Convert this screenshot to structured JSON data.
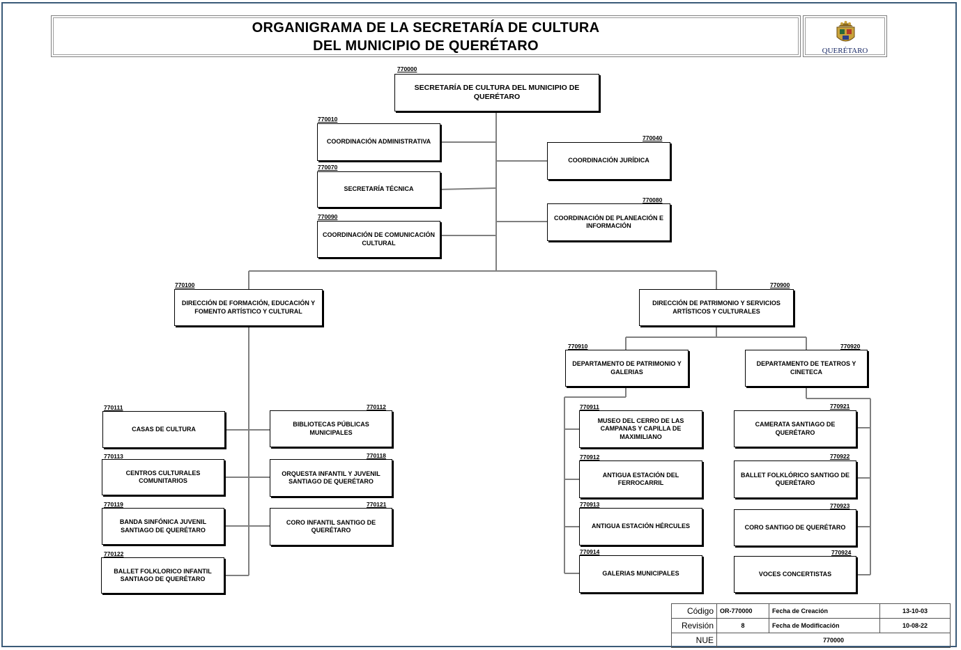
{
  "header": {
    "title_line1": "ORGANIGRAMA DE LA SECRETARÍA DE CULTURA",
    "title_line2": "DEL MUNICIPIO DE QUERÉTARO",
    "logo_text": "QUERÉTARO"
  },
  "colors": {
    "connector": "#7f7f7f",
    "frame": "#3a5a78"
  },
  "nodes": {
    "n770000": {
      "code": "770000",
      "label": "SECRETARÍA DE CULTURA DEL MUNICIPIO DE QUERÉTARO"
    },
    "n770010": {
      "code": "770010",
      "label": "COORDINACIÓN ADMINISTRATIVA"
    },
    "n770070": {
      "code": "770070",
      "label": "SECRETARÍA TÉCNICA"
    },
    "n770090": {
      "code": "770090",
      "label": "COORDINACIÓN DE COMUNICACIÓN CULTURAL"
    },
    "n770040": {
      "code": "770040",
      "label": "COORDINACIÓN JURÍDICA"
    },
    "n770080": {
      "code": "770080",
      "label": "COORDINACIÓN DE PLANEACIÓN E INFORMACIÓN"
    },
    "n770100": {
      "code": "770100",
      "label": "DIRECCIÓN DE FORMACIÓN, EDUCACIÓN Y FOMENTO ARTÍSTICO Y CULTURAL"
    },
    "n770900": {
      "code": "770900",
      "label": "DIRECCIÓN DE PATRIMONIO Y SERVICIOS ARTÍSTICOS Y CULTURALES"
    },
    "n770910": {
      "code": "770910",
      "label": "DEPARTAMENTO DE PATRIMONIO Y GALERIAS"
    },
    "n770920": {
      "code": "770920",
      "label": "DEPARTAMENTO DE TEATROS Y CINETECA"
    },
    "n770111": {
      "code": "770111",
      "label": "CASAS DE CULTURA"
    },
    "n770112": {
      "code": "770112",
      "label": "BIBLIOTECAS PÚBLICAS MUNICIPALES"
    },
    "n770113": {
      "code": "770113",
      "label": "CENTROS CULTURALES COMUNITARIOS"
    },
    "n770118": {
      "code": "770118",
      "label": "ORQUESTA INFANTIL Y JUVENIL SANTIAGO DE QUERÉTARO"
    },
    "n770119": {
      "code": "770119",
      "label": "BANDA SINFÓNICA JUVENIL SANTIAGO DE QUERÉTARO"
    },
    "n770121": {
      "code": "770121",
      "label": "CORO INFANTIL SANTIGO DE QUERÉTARO"
    },
    "n770122": {
      "code": "770122",
      "label": "BALLET FOLKLORICO INFANTIL SANTIAGO DE QUERÉTARO"
    },
    "n770911": {
      "code": "770911",
      "label": "MUSEO DEL CERRO DE LAS CAMPANAS Y CAPILLA DE MAXIMILIANO"
    },
    "n770912": {
      "code": "770912",
      "label": "ANTIGUA ESTACIÓN DEL FERROCARRIL"
    },
    "n770913": {
      "code": "770913",
      "label": "ANTIGUA ESTACIÓN HÉRCULES"
    },
    "n770914": {
      "code": "770914",
      "label": "GALERIAS MUNICIPALES"
    },
    "n770921": {
      "code": "770921",
      "label": "CAMERATA SANTIAGO DE QUERÉTARO"
    },
    "n770922": {
      "code": "770922",
      "label": "BALLET FOLKLÓRICO SANTIGO DE QUERÉTARO"
    },
    "n770923": {
      "code": "770923",
      "label": "CORO SANTIGO DE QUERÉTARO"
    },
    "n770924": {
      "code": "770924",
      "label": "VOCES CONCERTISTAS"
    }
  },
  "info_table": {
    "codigo_label": "Código",
    "codigo_value": "OR-770000",
    "fecha_creacion_label": "Fecha de Creación",
    "fecha_creacion_value": "13-10-03",
    "revision_label": "Revisión",
    "revision_value": "8",
    "fecha_modificacion_label": "Fecha de Modificación",
    "fecha_modificacion_value": "10-08-22",
    "nue_label": "NUE",
    "nue_value": "770000"
  }
}
